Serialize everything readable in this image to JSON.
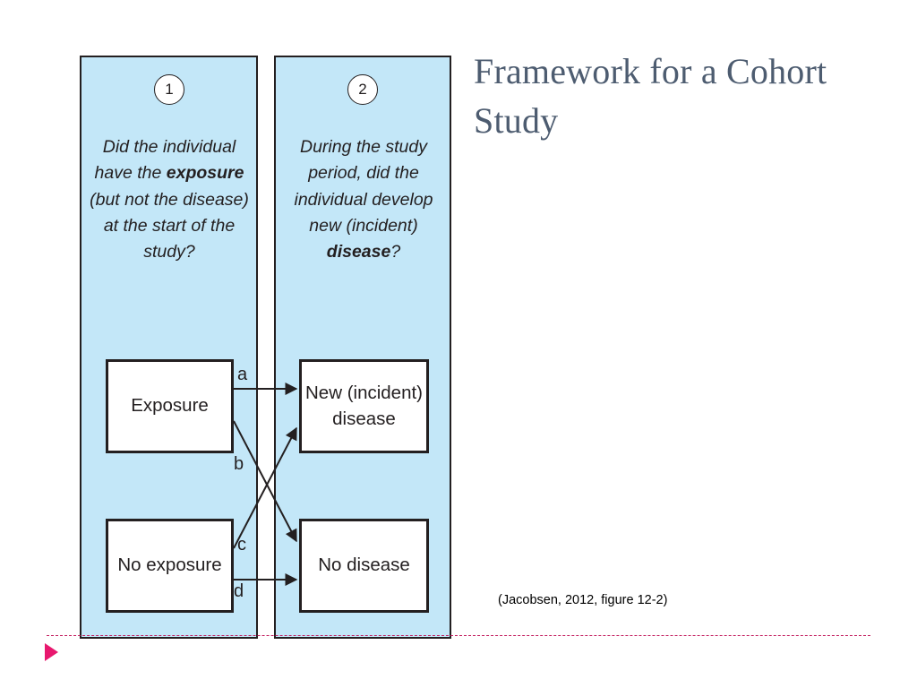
{
  "slide": {
    "title": "Framework for a Cohort Study",
    "citation": "(Jacobsen, 2012, figure 12-2)"
  },
  "figure": {
    "panels": [
      {
        "step_number": "1",
        "question_html": "Did the individual have the <b>exposure</b> (but not the disease) at the start of the study?",
        "question_plain": "Did the individual have the exposure (but not the disease) at the start of the study?"
      },
      {
        "step_number": "2",
        "question_html": "During the study period, did the individual develop new (incident) <b>disease</b>?",
        "question_plain": "During the study period, did the individual develop new (incident) disease?"
      }
    ],
    "nodes": {
      "exposure": "Exposure",
      "no_exposure": "No exposure",
      "new_disease": "New (incident) disease",
      "no_disease": "No disease"
    },
    "arrow_labels": {
      "a": "a",
      "b": "b",
      "c": "c",
      "d": "d"
    },
    "arrows": [
      {
        "label": "a",
        "from": "exposure",
        "to": "new_disease"
      },
      {
        "label": "b",
        "from": "exposure",
        "to": "no_disease"
      },
      {
        "label": "c",
        "from": "no_exposure",
        "to": "new_disease"
      },
      {
        "label": "d",
        "from": "no_exposure",
        "to": "no_disease"
      }
    ]
  },
  "colors": {
    "panel_fill": "#c3e7f8",
    "panel_border": "#231f20",
    "title_text": "#4d5c70",
    "accent_rule": "#c2185b",
    "bullet_triangle": "#e8186e",
    "box_fill": "#ffffff"
  }
}
